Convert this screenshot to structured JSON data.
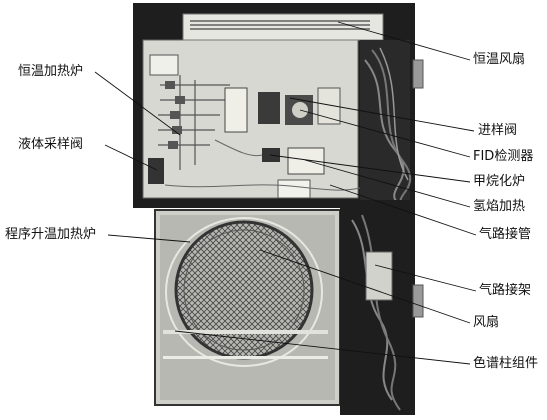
{
  "labels": {
    "constant_temp_fan": "恒温风扇",
    "constant_temp_oven": "恒温加热炉",
    "injection_valve": "进样阀",
    "liquid_sampling_valve": "液体采样阀",
    "fid_detector": "FID检测器",
    "methanizer": "甲烷化炉",
    "hydrogen_flame_heater": "氢焰加热",
    "gas_line_tubing": "气路接管",
    "programmed_temp_oven": "程序升温加热炉",
    "gas_line_rack": "气路接架",
    "fan": "风扇",
    "column_assembly": "色谱柱组件"
  },
  "colors": {
    "cabinet_dark": "#1c1c1c",
    "panel_light": "#d9d9d4",
    "oven_gray": "#bdbdb8",
    "leader_line": "#111111"
  }
}
